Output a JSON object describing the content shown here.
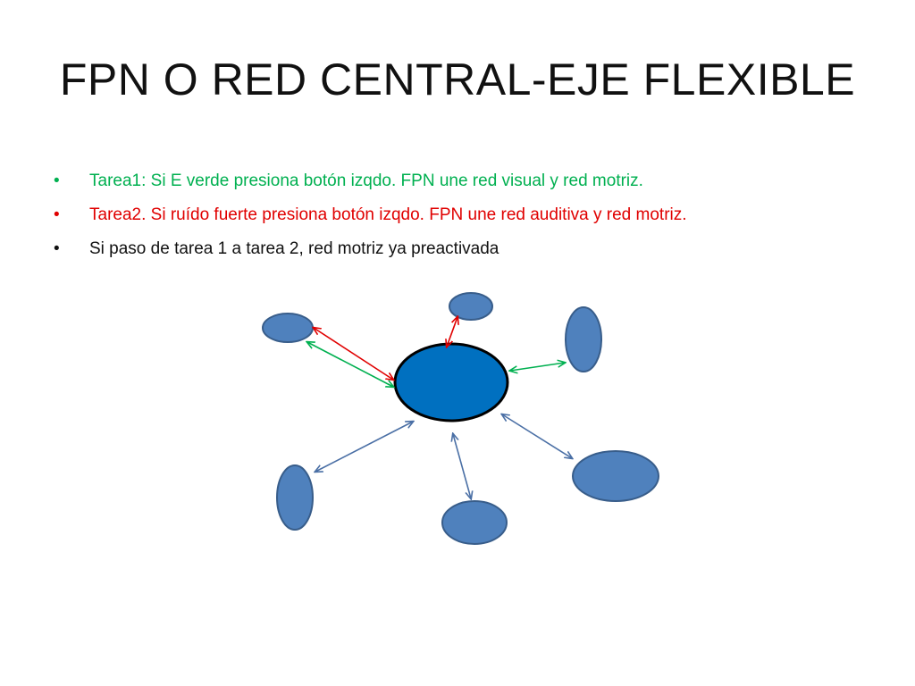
{
  "slide": {
    "title": "FPN O RED CENTRAL-EJE FLEXIBLE",
    "bullets": [
      {
        "text": "Tarea1: Si E verde presiona botón izqdo. FPN une red visual y red motriz.",
        "color": "#00B050"
      },
      {
        "text": "Tarea2. Si ruído fuerte presiona botón izqdo. FPN une red auditiva y red motriz.",
        "color": "#E00000"
      },
      {
        "text": "Si paso de  tarea 1  a tarea 2, red motriz ya preactivada",
        "color": "#111111"
      }
    ],
    "bullet_symbol": "•"
  },
  "diagram": {
    "colors": {
      "hub_fill": "#0070C0",
      "node_fill": "#4F81BD",
      "node_stroke": "#385D8A",
      "hub_stroke": "#000000",
      "arrow_green": "#00B050",
      "arrow_red": "#E00000",
      "arrow_blue": "#4A6FA5"
    },
    "hub": "central network",
    "nodes": [
      "left-top",
      "top",
      "right-top",
      "right-bottom",
      "bottom",
      "left-bottom"
    ],
    "connections": [
      {
        "from": "hub",
        "to": "left-top",
        "color": "green",
        "direction": "both"
      },
      {
        "from": "hub",
        "to": "left-top",
        "color": "red",
        "direction": "both"
      },
      {
        "from": "hub",
        "to": "top",
        "color": "red",
        "direction": "both"
      },
      {
        "from": "hub",
        "to": "right-top",
        "color": "green",
        "direction": "both"
      },
      {
        "from": "hub",
        "to": "right-bottom",
        "color": "blue",
        "direction": "both"
      },
      {
        "from": "hub",
        "to": "bottom",
        "color": "blue",
        "direction": "both"
      },
      {
        "from": "hub",
        "to": "left-bottom",
        "color": "blue",
        "direction": "both"
      }
    ]
  }
}
